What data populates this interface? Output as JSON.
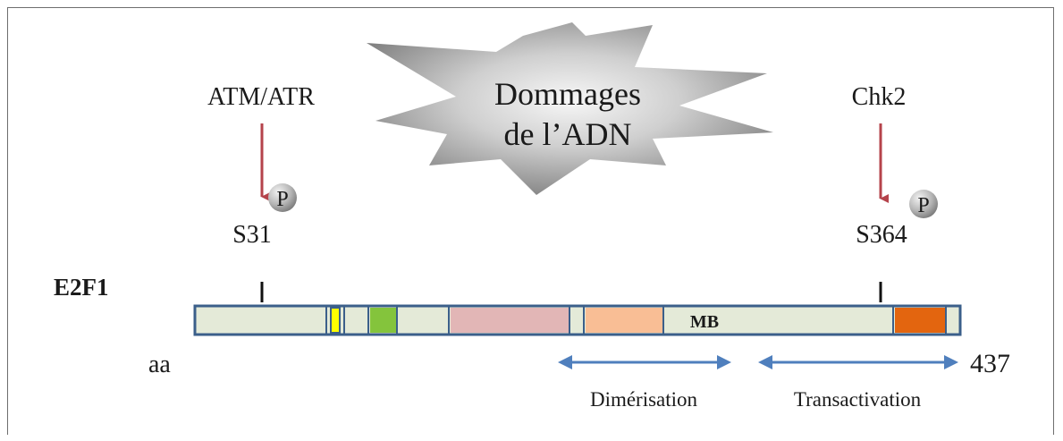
{
  "burst": {
    "line1": "Dommages",
    "line2": "de l’ADN"
  },
  "kinases": {
    "left": "ATM/ATR",
    "right": "Chk2"
  },
  "phospho": {
    "symbol": "P"
  },
  "sites": {
    "left": "S31",
    "right": "S364"
  },
  "protein": {
    "name": "E2F1",
    "mb_label": "MB"
  },
  "scale": {
    "start": "aa",
    "end": "437"
  },
  "regions": {
    "dimerization": "Dimérisation",
    "transactivation": "Transactivation"
  },
  "colors": {
    "arrow_red": "#b5434b",
    "bar_fill": "#e4ead8",
    "bar_border": "#3b5f8a",
    "yellow_domain": "#ffff00",
    "green_domain": "#84c43c",
    "pink_domain": "#e2b6b6",
    "peach_domain": "#f9be95",
    "orange_domain": "#e3650f",
    "range_arrow": "#4f7fbd",
    "burst_gray": "#8a8a8a"
  }
}
